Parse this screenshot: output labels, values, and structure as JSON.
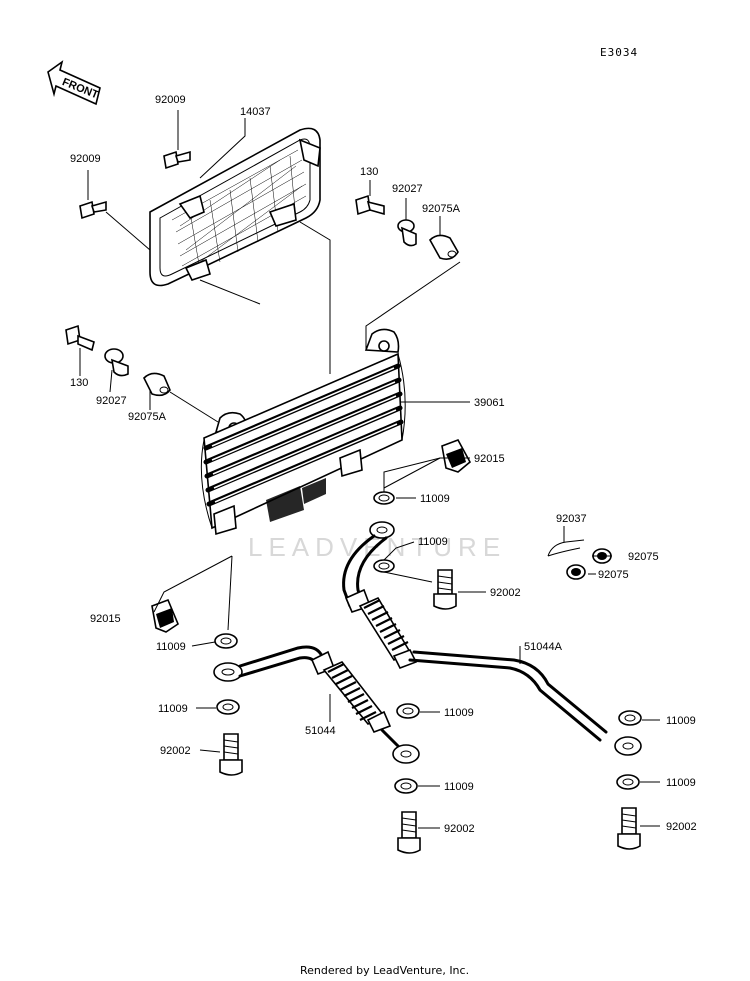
{
  "diagram_code": "E3034",
  "watermark": "LEADVENTURE",
  "footer": "Rendered by LeadVenture, Inc.",
  "front_arrow_label": "FRONT",
  "callouts": {
    "c_92009_a": "92009",
    "c_92009_b": "92009",
    "c_14037": "14037",
    "c_130_a": "130",
    "c_92027_a": "92027",
    "c_92075A_a": "92075A",
    "c_130_b": "130",
    "c_92027_b": "92027",
    "c_92075A_b": "92075A",
    "c_39061": "39061",
    "c_92015_a": "92015",
    "c_11009_a": "11009",
    "c_92037": "92037",
    "c_11009_b": "11009",
    "c_92075_a": "92075",
    "c_92075_b": "92075",
    "c_92002_a": "92002",
    "c_92015_b": "92015",
    "c_11009_c": "11009",
    "c_51044A": "51044A",
    "c_11009_d": "11009",
    "c_11009_e": "11009",
    "c_51044": "51044",
    "c_11009_f": "11009",
    "c_92002_b": "92002",
    "c_11009_g": "11009",
    "c_11009_h": "11009",
    "c_92002_c": "92002",
    "c_92002_d": "92002"
  }
}
